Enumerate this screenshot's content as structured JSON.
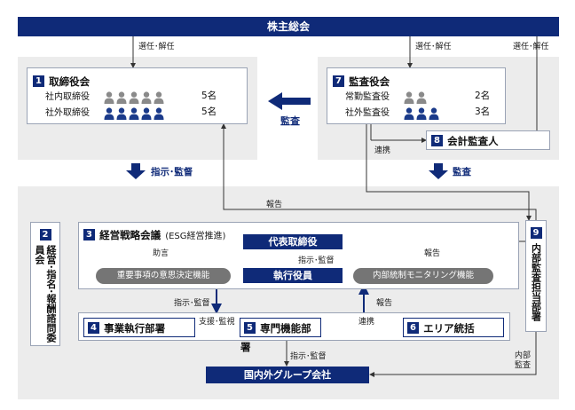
{
  "shareholders": "株主総会",
  "elect_dismiss_left": "選任･解任",
  "elect_dismiss_mid": "選任･解任",
  "elect_dismiss_right": "選任･解任",
  "board": {
    "num": "1",
    "title": "取締役会",
    "rows": [
      {
        "label": "社内取締役",
        "count": "5名",
        "people": 5,
        "color": "#8a8a8a"
      },
      {
        "label": "社外取締役",
        "count": "5名",
        "people": 5,
        "color": "#1a3a8a"
      }
    ]
  },
  "auditors": {
    "num": "7",
    "title": "監査役会",
    "rows": [
      {
        "label": "常勤監査役",
        "count": "2名",
        "people": 2,
        "color": "#8a8a8a"
      },
      {
        "label": "社外監査役",
        "count": "3名",
        "people": 3,
        "color": "#1a3a8a"
      }
    ]
  },
  "audit_arrow_label": "監査",
  "accounting_auditor": {
    "num": "8",
    "title": "会計監査人"
  },
  "link_label": "連携",
  "instruct_supervise": "指示･監督",
  "audit_label_down": "監査",
  "report_top": "報告",
  "nomination": {
    "num": "2",
    "title": "経営･指名･報酬諮問委員会"
  },
  "strategy": {
    "num": "3",
    "title": "経営戦略会議",
    "subtitle": "(ESG経営推進)"
  },
  "advice": "助言",
  "report_right": "報告",
  "ceo": "代表取締役",
  "instruct_supervise_mid": "指示･監督",
  "officers": "執行役員",
  "pill_left": "重要事項の意思決定機能",
  "pill_right": "内部統制モニタリング機能",
  "instruct_supervise_left": "指示･監督",
  "report_mid": "報告",
  "internal_audit": {
    "num": "9",
    "title": "内部監査担当部署"
  },
  "dept4": {
    "num": "4",
    "title": "事業執行部署"
  },
  "dept5": {
    "num": "5",
    "title": "専門機能部署"
  },
  "dept6": {
    "num": "6",
    "title": "エリア統括"
  },
  "support_monitor": "支援･監視",
  "link_bottom": "連携",
  "instruct_supervise_bottom": "指示･監督",
  "internal_audit_label": "内部\n監査",
  "group": "国内外グループ会社",
  "colors": {
    "navy": "#0f2a78",
    "grey_area": "#ececec",
    "pill": "#757575"
  }
}
